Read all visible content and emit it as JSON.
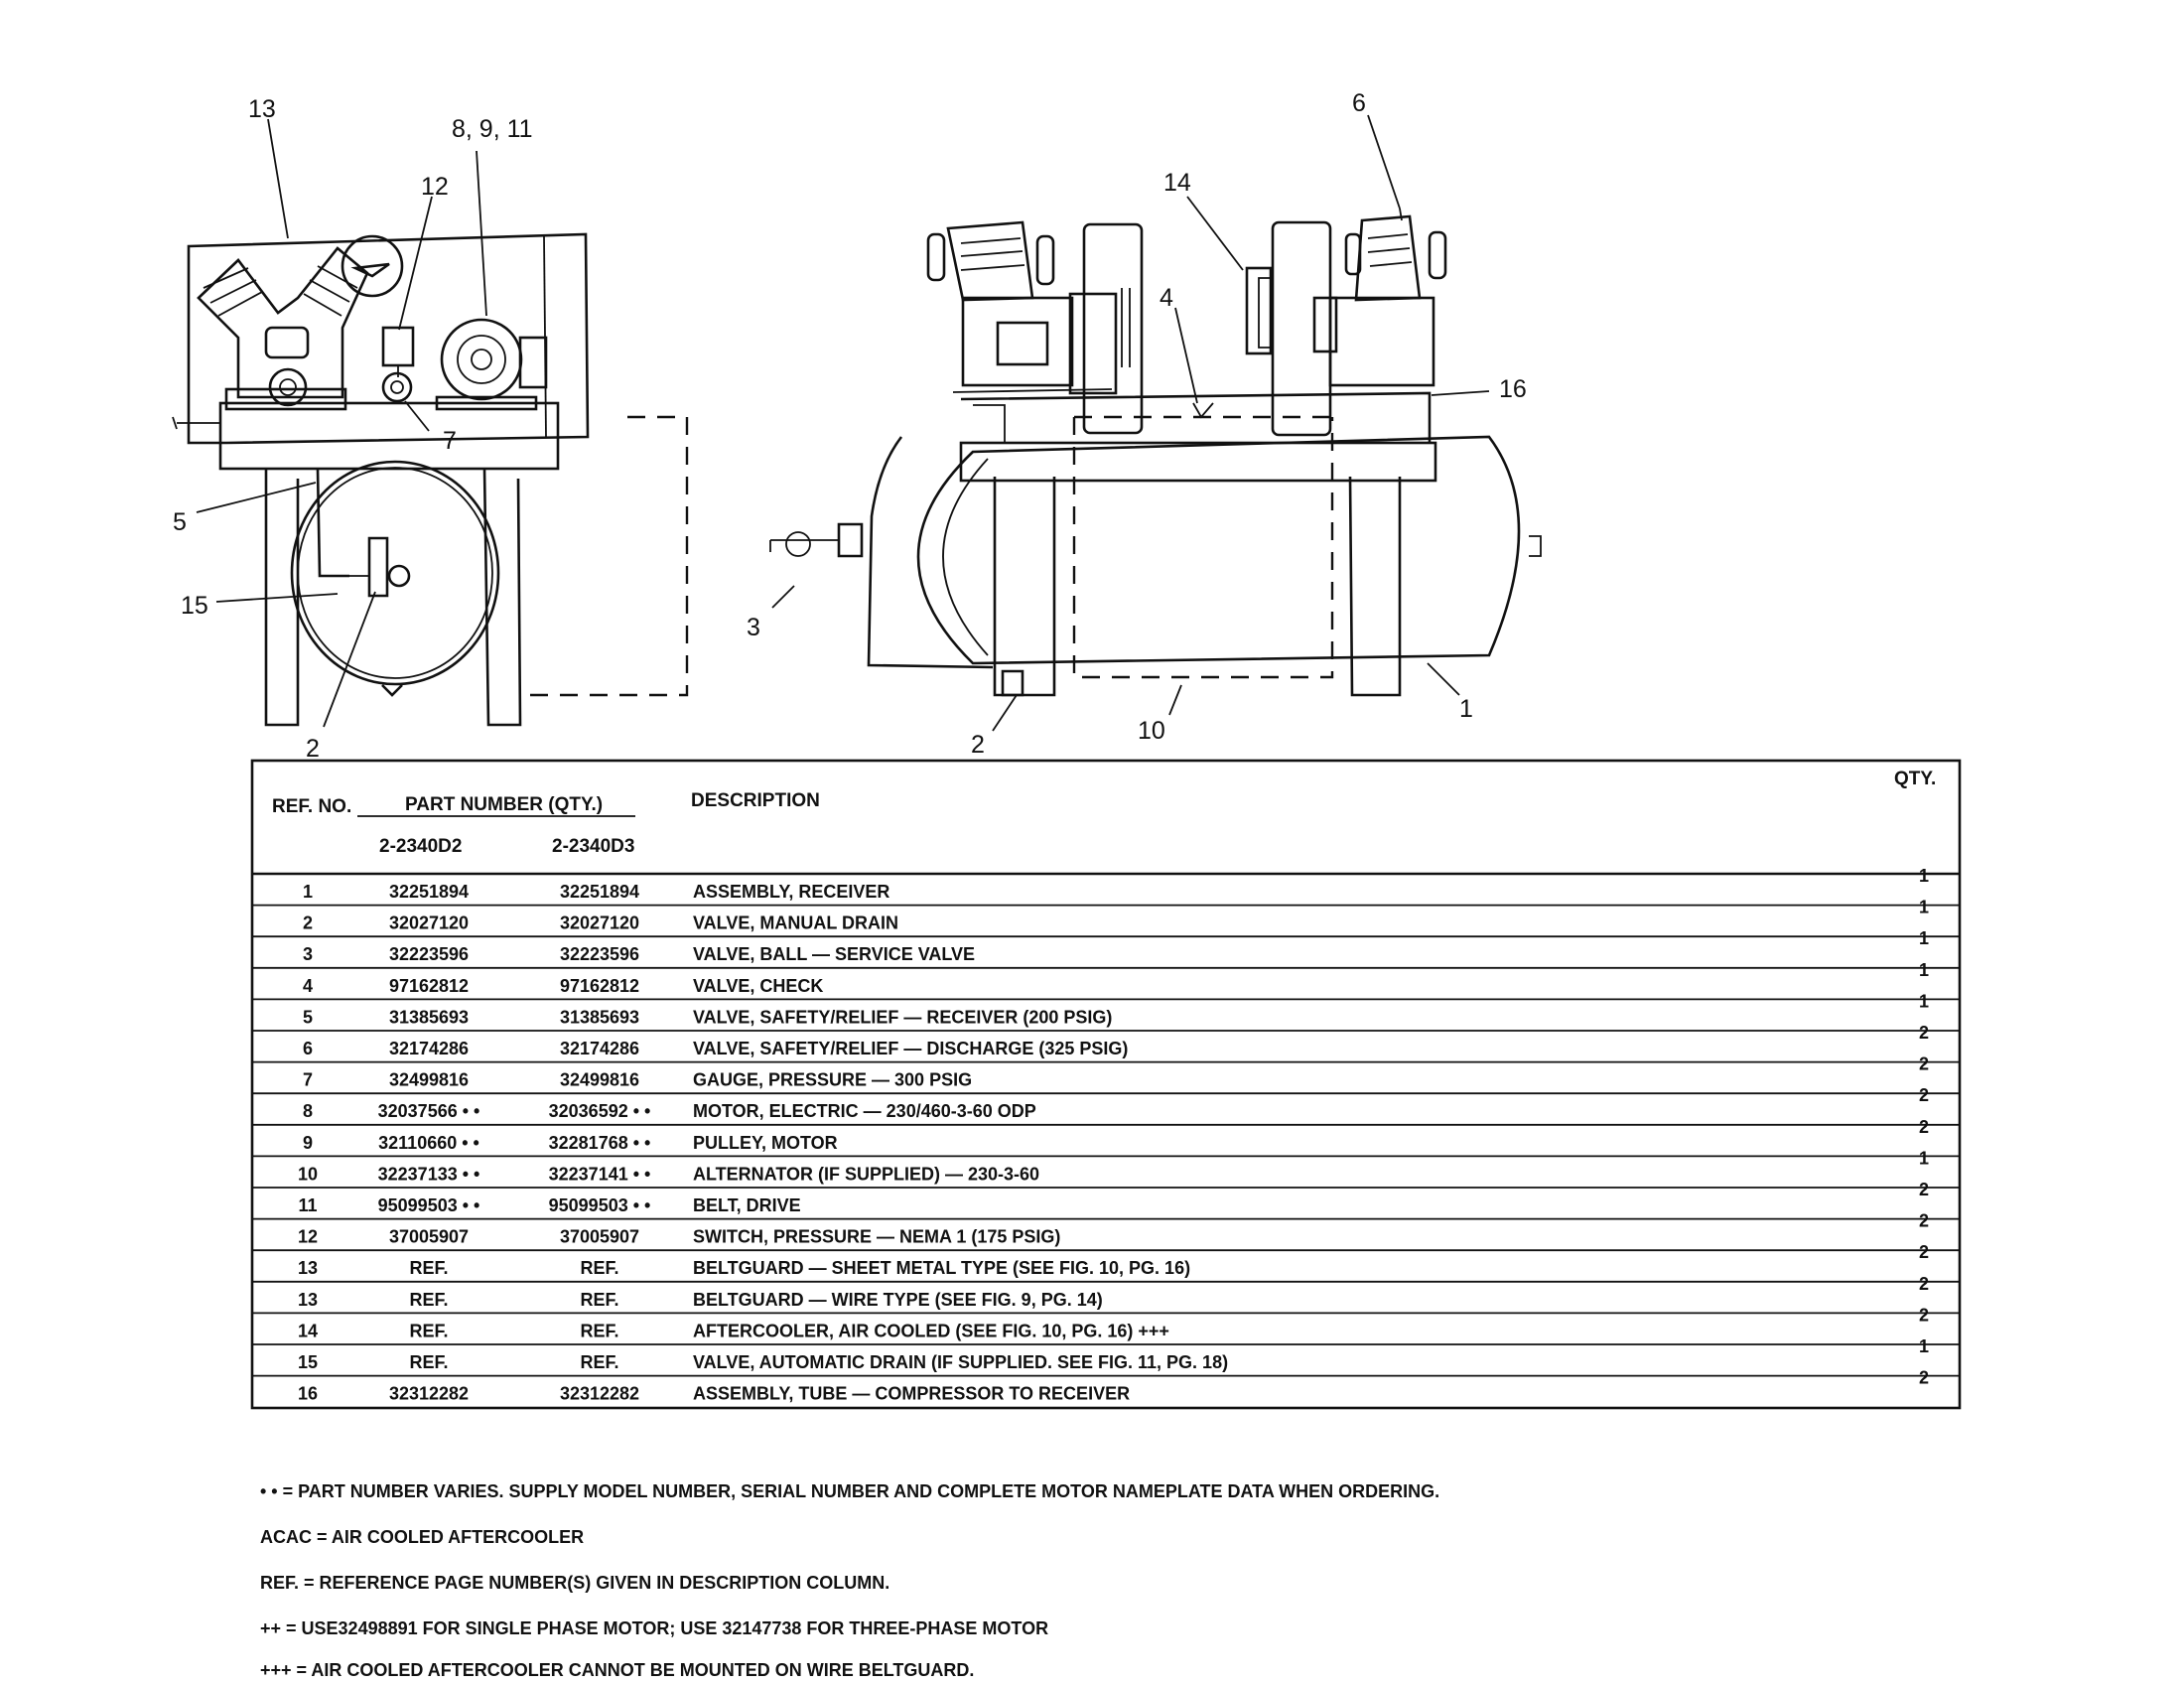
{
  "callouts": {
    "c13": "13",
    "c8911": "8, 9, 11",
    "c12": "12",
    "c7": "7",
    "c5": "5",
    "c15": "15",
    "c2a": "2",
    "c6": "6",
    "c14": "14",
    "c4": "4",
    "c16": "16",
    "c3": "3",
    "c2b": "2",
    "c10": "10",
    "c1": "1"
  },
  "table": {
    "headers": {
      "ref_no": "REF. NO.",
      "part_number": "PART NUMBER (QTY.)",
      "model_a": "2-2340D2",
      "model_b": "2-2340D3",
      "description": "DESCRIPTION",
      "qty": "QTY."
    },
    "rows": [
      {
        "ref": "1",
        "pn_a": "32251894",
        "pn_b": "32251894",
        "desc": "ASSEMBLY, RECEIVER",
        "qty": "1"
      },
      {
        "ref": "2",
        "pn_a": "32027120",
        "pn_b": "32027120",
        "desc": "VALVE, MANUAL DRAIN",
        "qty": "1"
      },
      {
        "ref": "3",
        "pn_a": "32223596",
        "pn_b": "32223596",
        "desc": "VALVE, BALL — SERVICE VALVE",
        "qty": "1"
      },
      {
        "ref": "4",
        "pn_a": "97162812",
        "pn_b": "97162812",
        "desc": "VALVE, CHECK",
        "qty": "1"
      },
      {
        "ref": "5",
        "pn_a": "31385693",
        "pn_b": "31385693",
        "desc": "VALVE, SAFETY/RELIEF — RECEIVER (200 PSIG)",
        "qty": "1"
      },
      {
        "ref": "6",
        "pn_a": "32174286",
        "pn_b": "32174286",
        "desc": "VALVE, SAFETY/RELIEF — DISCHARGE (325 PSIG)",
        "qty": "2"
      },
      {
        "ref": "7",
        "pn_a": "32499816",
        "pn_b": "32499816",
        "desc": "GAUGE, PRESSURE — 300 PSIG",
        "qty": "2"
      },
      {
        "ref": "8",
        "pn_a": "32037566 • •",
        "pn_b": "32036592 • •",
        "desc": "MOTOR, ELECTRIC — 230/460-3-60 ODP",
        "qty": "2"
      },
      {
        "ref": "9",
        "pn_a": "32110660 • •",
        "pn_b": "32281768 • •",
        "desc": "PULLEY, MOTOR",
        "qty": "2"
      },
      {
        "ref": "10",
        "pn_a": "32237133 • •",
        "pn_b": "32237141 • •",
        "desc": "ALTERNATOR (IF SUPPLIED) — 230-3-60",
        "qty": "1"
      },
      {
        "ref": "11",
        "pn_a": "95099503 • •",
        "pn_b": "95099503 • •",
        "desc": "BELT, DRIVE",
        "qty": "2"
      },
      {
        "ref": "12",
        "pn_a": "37005907",
        "pn_b": "37005907",
        "desc": "SWITCH, PRESSURE — NEMA 1 (175 PSIG)",
        "qty": "2"
      },
      {
        "ref": "13",
        "pn_a": "REF.",
        "pn_b": "REF.",
        "desc": "BELTGUARD — SHEET METAL TYPE (SEE FIG. 10, PG. 16)",
        "qty": "2"
      },
      {
        "ref": "13",
        "pn_a": "REF.",
        "pn_b": "REF.",
        "desc": "BELTGUARD — WIRE TYPE (SEE FIG. 9, PG. 14)",
        "qty": "2"
      },
      {
        "ref": "14",
        "pn_a": "REF.",
        "pn_b": "REF.",
        "desc": "AFTERCOOLER, AIR COOLED (SEE FIG. 10, PG. 16) +++",
        "qty": "2"
      },
      {
        "ref": "15",
        "pn_a": "REF.",
        "pn_b": "REF.",
        "desc": "VALVE, AUTOMATIC DRAIN (IF SUPPLIED. SEE FIG. 11, PG. 18)",
        "qty": "1"
      },
      {
        "ref": "16",
        "pn_a": "32312282",
        "pn_b": "32312282",
        "desc": "ASSEMBLY, TUBE — COMPRESSOR TO RECEIVER",
        "qty": "2"
      }
    ]
  },
  "notes": [
    "• • = PART NUMBER VARIES. SUPPLY MODEL NUMBER, SERIAL NUMBER AND COMPLETE MOTOR NAMEPLATE DATA WHEN ORDERING.",
    "ACAC = AIR COOLED AFTERCOOLER",
    "REF. = REFERENCE PAGE NUMBER(S) GIVEN IN DESCRIPTION COLUMN.",
    "++ = USE32498891 FOR SINGLE PHASE MOTOR; USE 32147738 FOR THREE-PHASE MOTOR",
    "+++ = AIR COOLED AFTERCOOLER CANNOT BE MOUNTED ON WIRE BELTGUARD."
  ]
}
